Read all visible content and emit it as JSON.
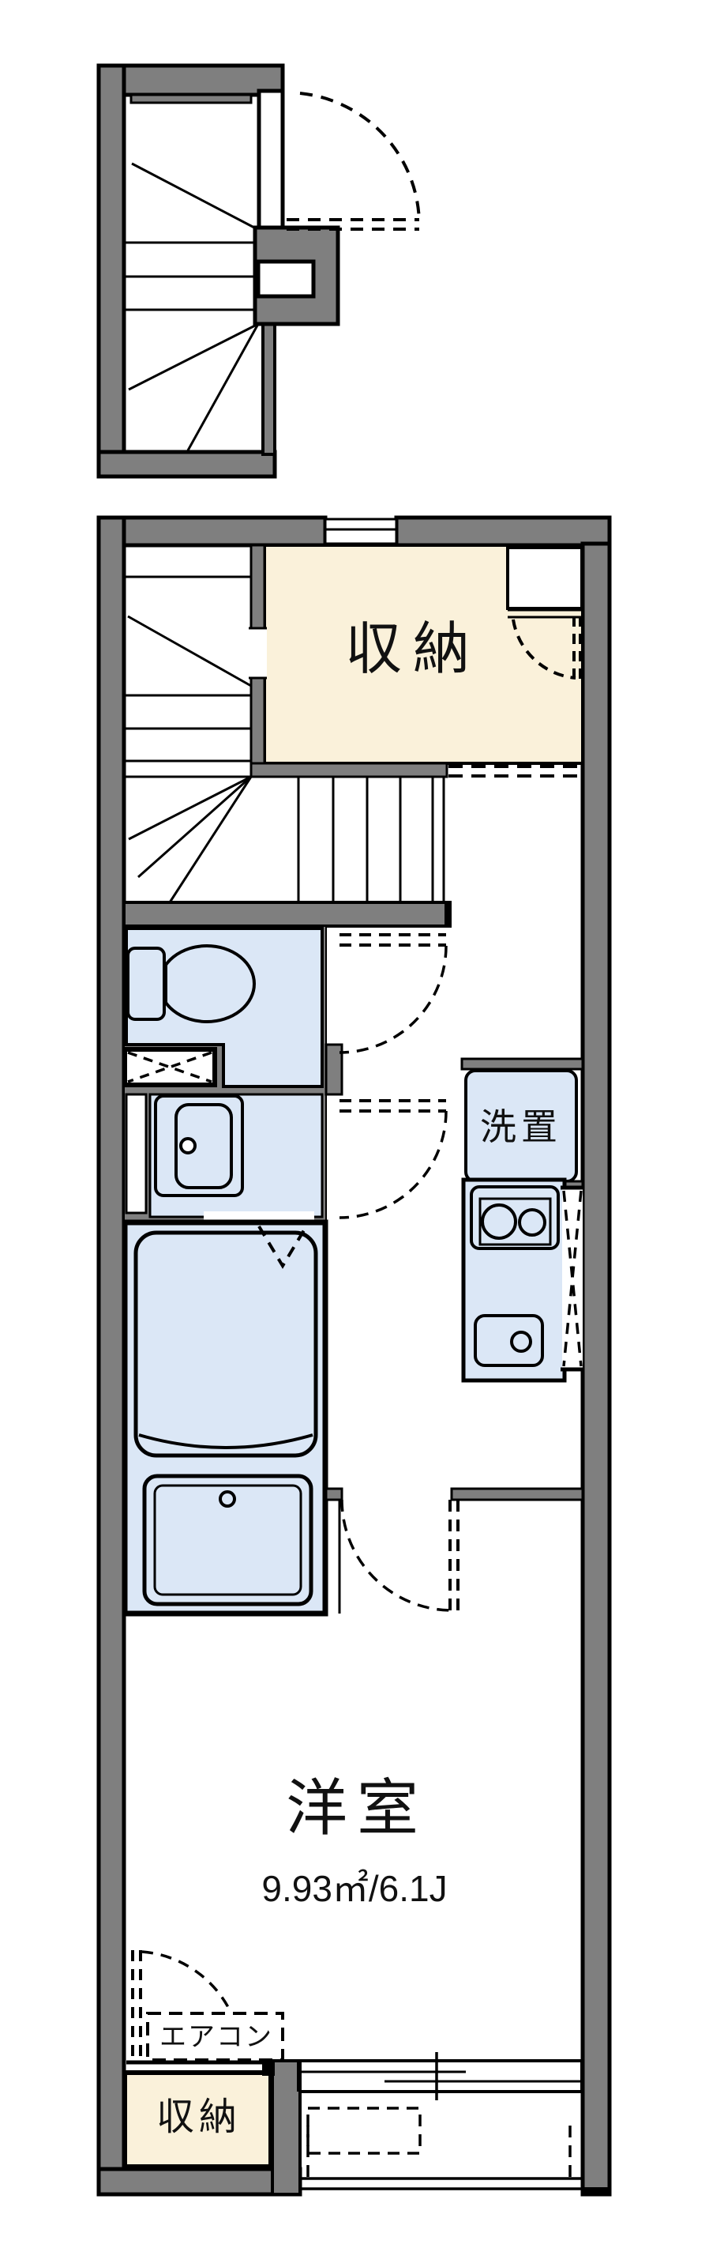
{
  "document": {
    "kind": "apartment-floor-plan"
  },
  "colors": {
    "wall_gray": "#7f7f7f",
    "outline_black": "#000000",
    "storage_cream": "#faf1da",
    "wet_area_blue": "#dbe7f6",
    "background": "#ffffff",
    "label_text": "#111111"
  },
  "labels": {
    "storage_upper": "収納",
    "washer_place": "洗置",
    "room_name": "洋室",
    "room_size": "9.93㎡/6.1J",
    "aircon": "エアコン",
    "storage_lower": "収納"
  },
  "rooms": [
    {
      "name": "storage-closet-upper",
      "label": "収納"
    },
    {
      "name": "staircase",
      "label": ""
    },
    {
      "name": "toilet-room",
      "label": ""
    },
    {
      "name": "vanity-room",
      "label": ""
    },
    {
      "name": "bathroom",
      "label": ""
    },
    {
      "name": "washer-space",
      "label": "洗置"
    },
    {
      "name": "kitchen",
      "label": ""
    },
    {
      "name": "western-room",
      "label": "洋室",
      "size": "9.93㎡/6.1J"
    },
    {
      "name": "aircon-spot",
      "label": "エアコン"
    },
    {
      "name": "storage-closet-lower",
      "label": "収納"
    },
    {
      "name": "balcony",
      "label": ""
    }
  ]
}
